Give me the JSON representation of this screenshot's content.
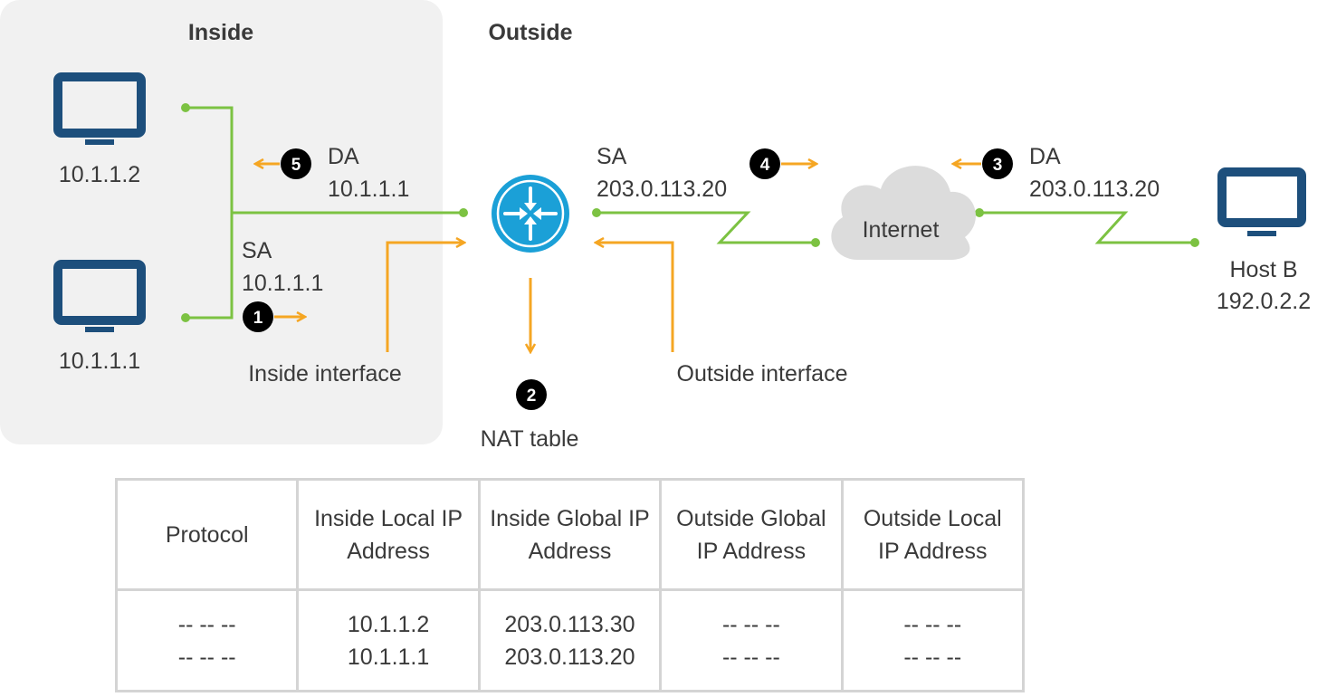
{
  "zones": {
    "inside": "Inside",
    "outside": "Outside"
  },
  "hosts": {
    "pc1": "10.1.1.2",
    "pc2": "10.1.1.1",
    "host_b_name": "Host B",
    "host_b_ip": "192.0.2.2"
  },
  "cloud_label": "Internet",
  "steps": {
    "s1": "1",
    "s2": "2",
    "s3": "3",
    "s4": "4",
    "s5": "5"
  },
  "labels": {
    "step5_da": "DA",
    "step5_ip": "10.1.1.1",
    "step1_sa": "SA",
    "step1_ip": "10.1.1.1",
    "step4_sa": "SA",
    "step4_ip": "203.0.113.20",
    "step3_da": "DA",
    "step3_ip": "203.0.113.20",
    "inside_interface": "Inside interface",
    "outside_interface": "Outside interface",
    "nat_table": "NAT table"
  },
  "colors": {
    "link": "#7cc242",
    "flow": "#f5a623",
    "device": "#1d4f7c",
    "router": "#1ba0d7",
    "cloud": "#dcdcdc",
    "inside_zone": "#f1f1f1"
  },
  "icons": {
    "pc": "monitor-icon",
    "router": "router-icon",
    "cloud": "cloud-icon"
  },
  "table": {
    "headers": [
      [
        "Protocol"
      ],
      [
        "Inside Local IP",
        "Address"
      ],
      [
        "Inside Global IP",
        "Address"
      ],
      [
        "Outside Global",
        "IP Address"
      ],
      [
        "Outside Local",
        "IP Address"
      ]
    ],
    "rows": [
      [
        "-- -- --",
        "10.1.1.2",
        "203.0.113.30",
        "-- -- --",
        "-- -- --"
      ],
      [
        "-- -- --",
        "10.1.1.1",
        "203.0.113.20",
        "-- -- --",
        "-- -- --"
      ]
    ]
  }
}
